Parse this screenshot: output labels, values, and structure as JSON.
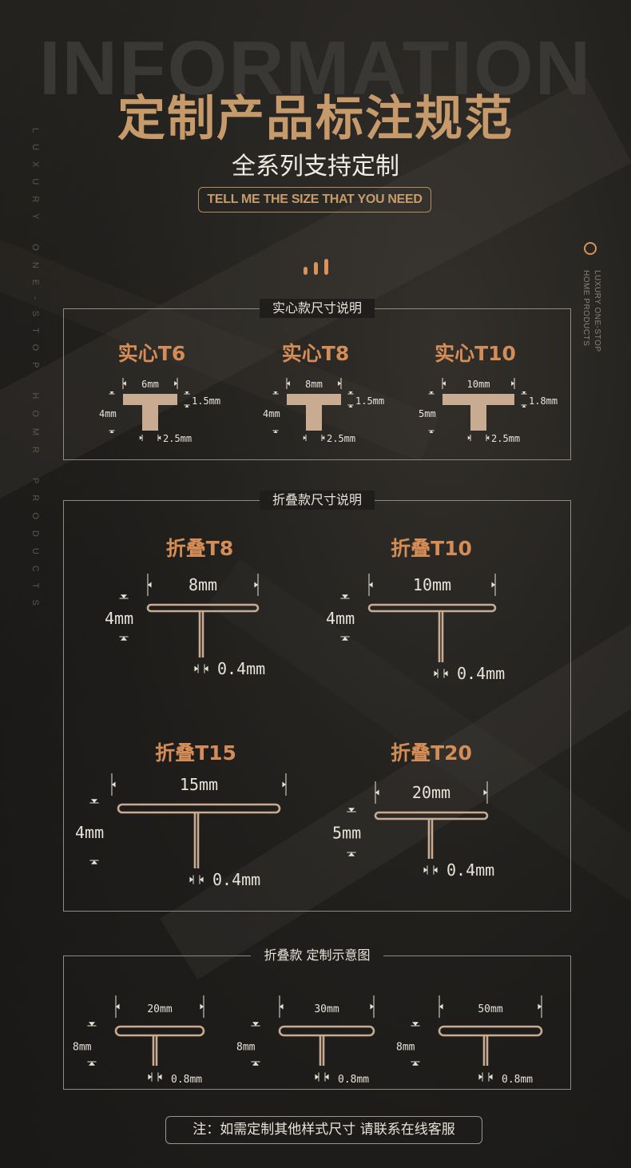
{
  "header": {
    "watermark": "INFORMATION",
    "title": "定制产品标注规范",
    "subtitle": "全系列支持定制",
    "tagline": "TELL ME THE SIZE THAT YOU NEED"
  },
  "side": {
    "left_vertical": "LUXURY ONE-STOP HOMR PRODUCTS",
    "right_vertical_1": "LUXURY ONE-STOP",
    "right_vertical_2": "HOME PRODUCTS"
  },
  "solid": {
    "title": "实心款尺寸说明",
    "items": [
      {
        "name": "实心T6",
        "width": "6mm",
        "flange": "1.5mm",
        "height": "4mm",
        "stem": "2.5mm"
      },
      {
        "name": "实心T8",
        "width": "8mm",
        "flange": "1.5mm",
        "height": "4mm",
        "stem": "2.5mm"
      },
      {
        "name": "实心T10",
        "width": "10mm",
        "flange": "1.8mm",
        "height": "5mm",
        "stem": "2.5mm"
      }
    ]
  },
  "folded": {
    "title": "折叠款尺寸说明",
    "items": [
      {
        "name": "折叠T8",
        "width": "8mm",
        "height": "4mm",
        "thickness": "0.4mm"
      },
      {
        "name": "折叠T10",
        "width": "10mm",
        "height": "4mm",
        "thickness": "0.4mm"
      },
      {
        "name": "折叠T15",
        "width": "15mm",
        "height": "4mm",
        "thickness": "0.4mm"
      },
      {
        "name": "折叠T20",
        "width": "20mm",
        "height": "5mm",
        "thickness": "0.4mm"
      }
    ]
  },
  "custom": {
    "title": "折叠款 定制示意图",
    "items": [
      {
        "width": "20mm",
        "height": "8mm",
        "thickness": "0.8mm"
      },
      {
        "width": "30mm",
        "height": "8mm",
        "thickness": "0.8mm"
      },
      {
        "width": "50mm",
        "height": "8mm",
        "thickness": "0.8mm"
      }
    ]
  },
  "note": "注：如需定制其他样式尺寸 请联系在线客服",
  "colors": {
    "accent": "#d48d57",
    "gold": "#c69a6a",
    "profile": "#c8ab90",
    "background": "#1b1a18"
  }
}
